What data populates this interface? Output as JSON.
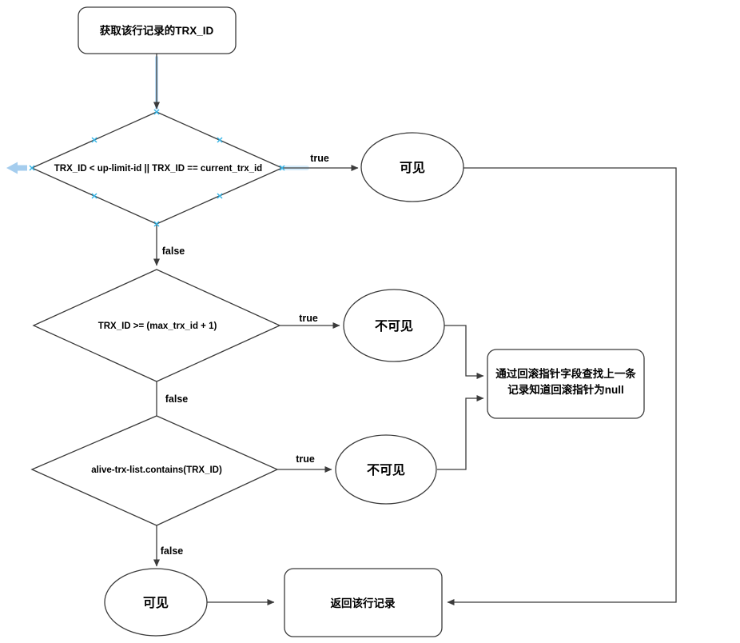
{
  "flowchart": {
    "nodes": {
      "start": {
        "label": "获取该行记录的TRX_ID"
      },
      "decision_uplimit": {
        "label": "TRX_ID < up-limit-id || TRX_ID == current_trx_id"
      },
      "visible_top": {
        "label": "可见"
      },
      "decision_maxtrx": {
        "label": "TRX_ID >= (max_trx_id + 1)"
      },
      "invisible_mid": {
        "label": "不可见"
      },
      "decision_alivelist": {
        "label": "alive-trx-list.contains(TRX_ID)"
      },
      "invisible_bottom": {
        "label": "不可见"
      },
      "visible_bottom": {
        "label": "可见"
      },
      "rollback_box": {
        "line1": "通过回滚指针字段查找上一条",
        "line2": "记录知道回滚指针为null"
      },
      "return_box": {
        "label": "返回该行记录"
      }
    },
    "edge_labels": {
      "d1_true": "true",
      "d1_false": "false",
      "d2_true": "true",
      "d2_false": "false",
      "d3_true": "true",
      "d3_false": "false"
    },
    "colors": {
      "background": "#ffffff",
      "shape_fill": "#ffffff",
      "stroke": "#3b3b3b",
      "text": "#000000",
      "connection_point": "#35b6e8",
      "hover_arrow": "#a5cdee"
    }
  }
}
